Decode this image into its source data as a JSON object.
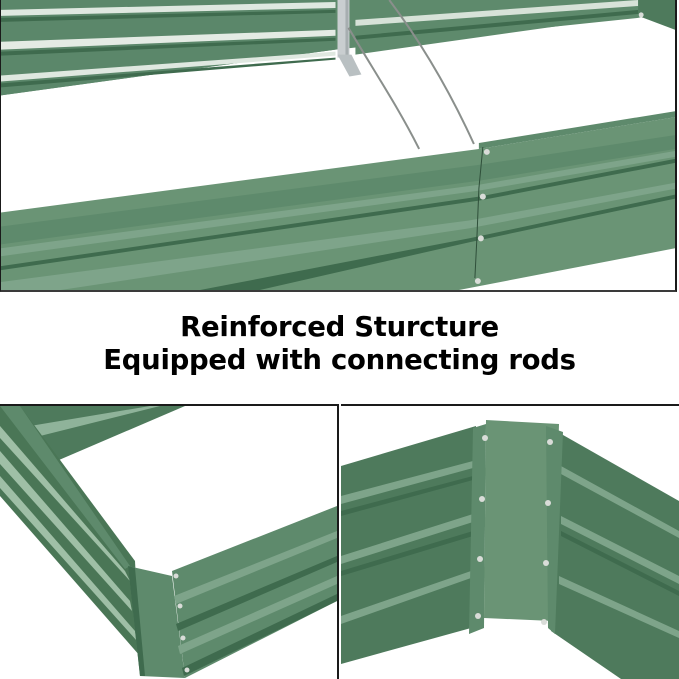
{
  "caption": {
    "line1": "Reinforced Sturcture",
    "line2": "Equipped with connecting rods"
  },
  "images": {
    "top": {
      "subject": "raised garden bed long sides joined by connecting rods",
      "icon": "garden-bed-rods-photo"
    },
    "bottom_left": {
      "subject": "garden bed corner joint with bracket",
      "icon": "garden-bed-corner-photo"
    },
    "bottom_right": {
      "subject": "bolted corner bracket close-up",
      "icon": "corner-bracket-bolts-photo"
    }
  },
  "colors": {
    "panel_green": "#5e8a6c",
    "panel_green_dark": "#3f6b4e",
    "panel_green_light": "#7ea48a",
    "highlight": "#dfe8e0",
    "rod": "#8a8f8c",
    "bolt": "#d9dcd8",
    "border": "#1a1a1a",
    "text": "#000000"
  }
}
